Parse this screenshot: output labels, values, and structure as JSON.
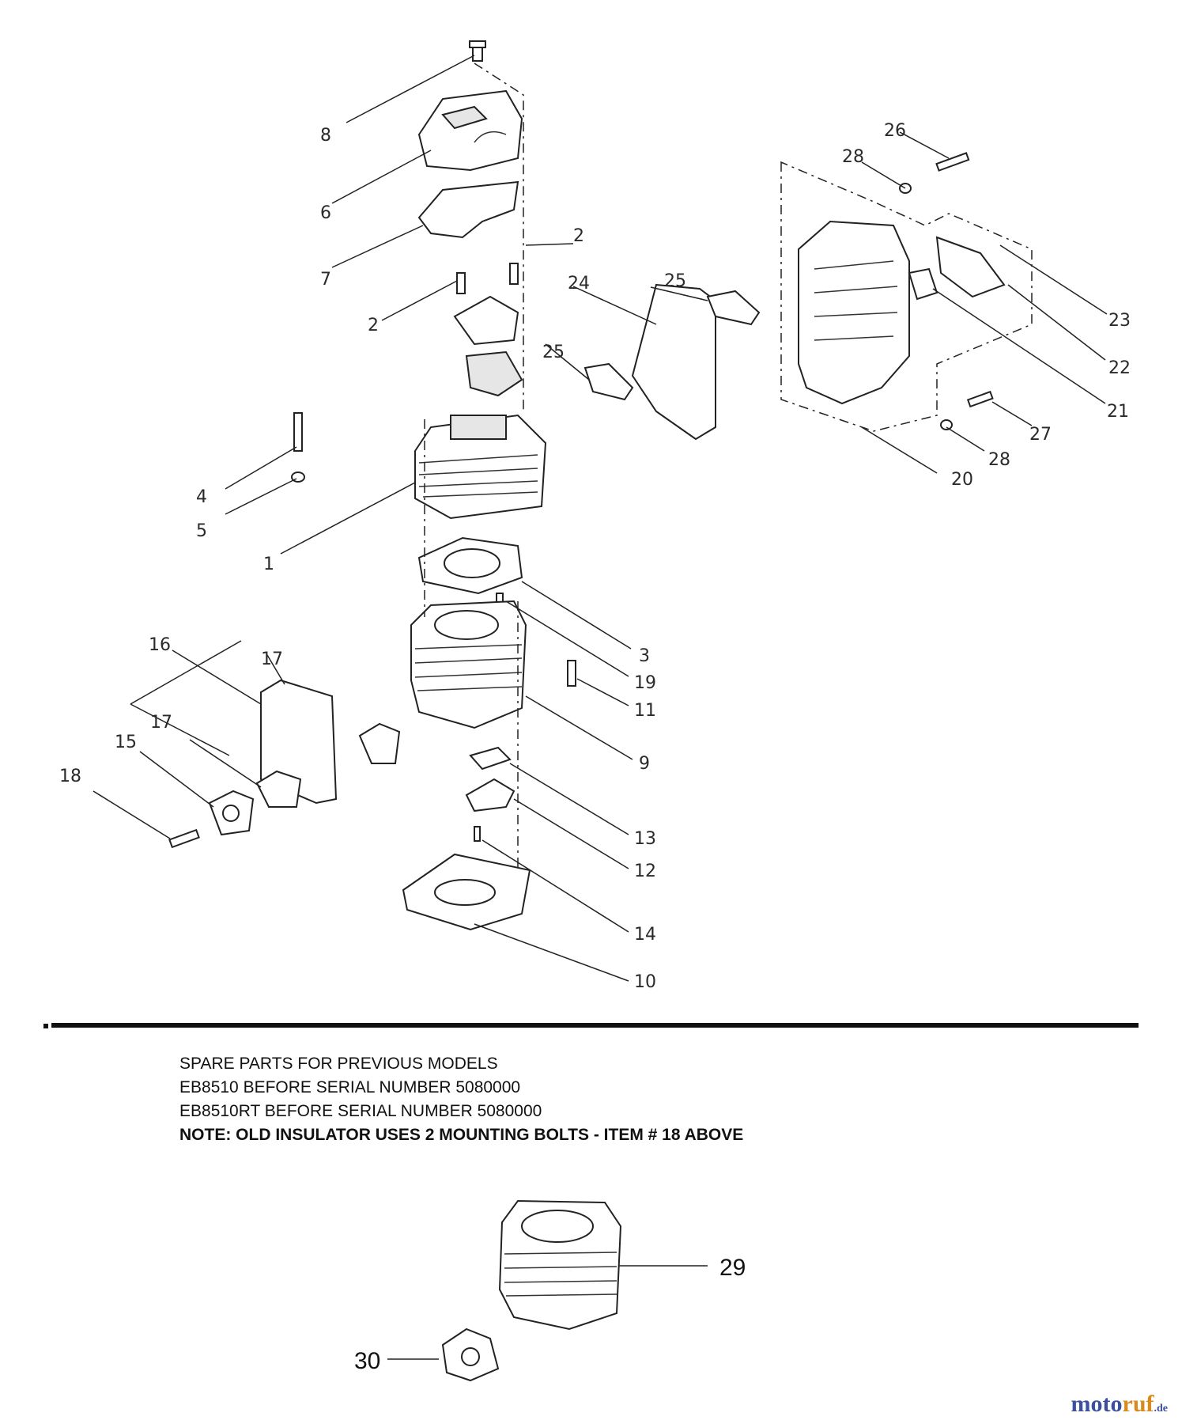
{
  "callouts": {
    "n1": "1",
    "n2a": "2",
    "n2b": "2",
    "n3": "3",
    "n4": "4",
    "n5": "5",
    "n6": "6",
    "n7": "7",
    "n8": "8",
    "n9": "9",
    "n10": "10",
    "n11": "11",
    "n12": "12",
    "n13": "13",
    "n14": "14",
    "n15": "15",
    "n16": "16",
    "n17a": "17",
    "n17b": "17",
    "n18": "18",
    "n19": "19",
    "n20": "20",
    "n21": "21",
    "n22": "22",
    "n23": "23",
    "n24": "24",
    "n25a": "25",
    "n25b": "25",
    "n26": "26",
    "n27": "27",
    "n28a": "28",
    "n28b": "28",
    "n29": "29",
    "n30": "30"
  },
  "notes": {
    "line1": "SPARE PARTS FOR PREVIOUS MODELS",
    "line2": "EB8510 BEFORE SERIAL NUMBER 5080000",
    "line3": "EB8510RT BEFORE SERIAL NUMBER 5080000",
    "line4": "NOTE: OLD INSULATOR USES 2 MOUNTING BOLTS - ITEM # 18 ABOVE"
  },
  "brand": {
    "name_part1": "moto",
    "name_part2": "ruf",
    "tld": ".de"
  }
}
